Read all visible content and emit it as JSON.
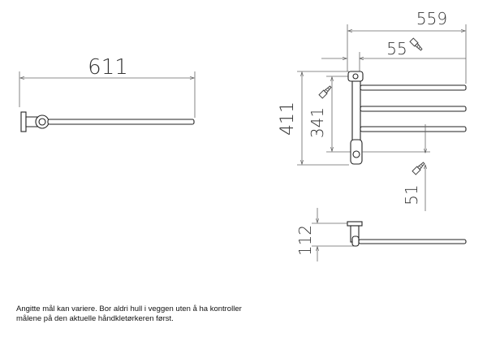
{
  "dimensions": {
    "d611": "611",
    "d559": "559",
    "d55": "55",
    "d411": "411",
    "d341": "341",
    "d51": "51",
    "d112": "112"
  },
  "icons": {
    "screw": "screw-icon"
  },
  "note": {
    "line1": "Angitte mål kan variere. Bor aldri hull i veggen uten å ha kontroller",
    "line2": "målene på den aktuelle håndkletørkeren først."
  }
}
